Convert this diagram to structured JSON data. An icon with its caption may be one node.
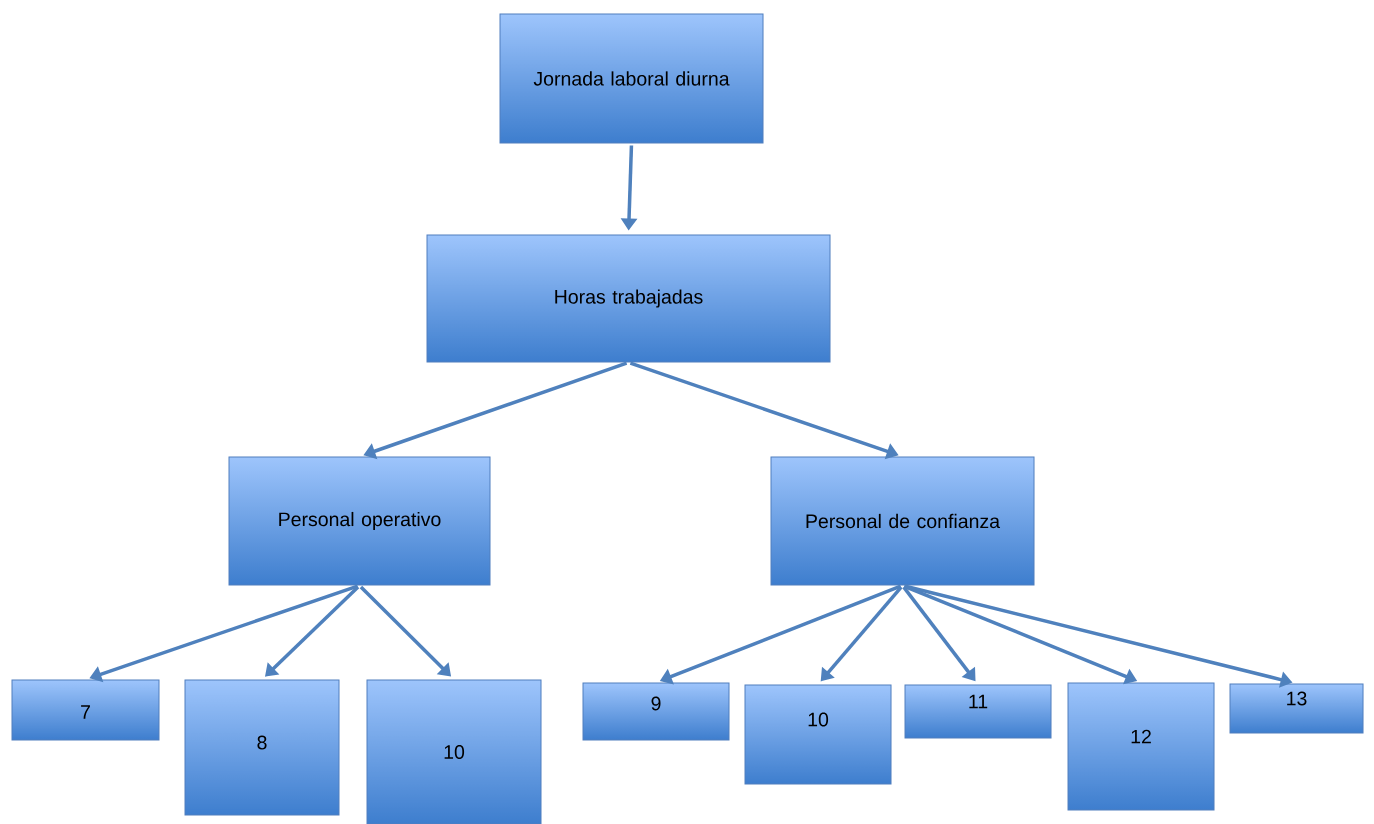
{
  "diagram": {
    "nodes": [
      {
        "text": [
          "Jornada laboral diurna"
        ]
      },
      {
        "text": [
          "Horas trabajadas"
        ]
      },
      {
        "text": [
          "Personal operativo"
        ]
      },
      {
        "text": [
          "Personal de confianza"
        ]
      },
      {
        "text": [
          "7"
        ]
      },
      {
        "text": [
          "8"
        ]
      },
      {
        "text": [
          "10"
        ]
      },
      {
        "text": [
          "9"
        ]
      },
      {
        "text": [
          "10"
        ]
      },
      {
        "text": [
          "11"
        ]
      },
      {
        "text": [
          "12"
        ]
      },
      {
        "text": [
          "13"
        ]
      }
    ],
    "edges": [
      {
        "from": 0,
        "to": 1,
        "arrow": "to"
      },
      {
        "from": 1,
        "to": 2,
        "arrow": "to"
      },
      {
        "from": 1,
        "to": 3,
        "arrow": "to"
      },
      {
        "from": 2,
        "to": 4,
        "arrow": "to"
      },
      {
        "from": 2,
        "to": 5,
        "arrow": "to"
      },
      {
        "from": 2,
        "to": 6,
        "arrow": "to"
      },
      {
        "from": 3,
        "to": 7,
        "arrow": "to"
      },
      {
        "from": 3,
        "to": 8,
        "arrow": "to"
      },
      {
        "from": 3,
        "to": 9,
        "arrow": "to"
      },
      {
        "from": 3,
        "to": 10,
        "arrow": "to"
      },
      {
        "from": 3,
        "to": 11,
        "arrow": "to"
      }
    ]
  }
}
